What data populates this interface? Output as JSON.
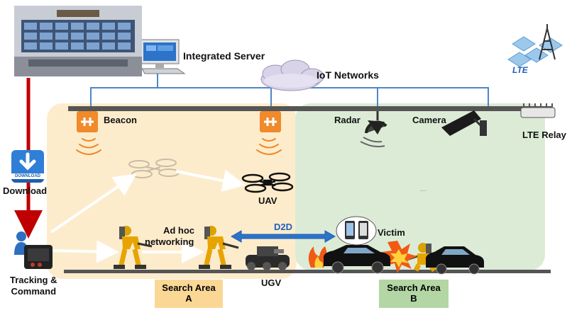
{
  "labels": {
    "integrated_server": "Integrated Server",
    "iot_networks": "IoT Networks",
    "lte": "LTE",
    "beacon": "Beacon",
    "radar": "Radar",
    "camera": "Camera",
    "lte_relay": "LTE Relay",
    "download": "Download",
    "download_badge": "DOWNLOAD",
    "uav": "UAV",
    "ad_hoc_line1": "Ad hoc",
    "ad_hoc_line2": "networking",
    "d2d": "D2D",
    "victim": "Victim",
    "ugv": "UGV",
    "tracking_line1": "Tracking &",
    "tracking_line2": "Command",
    "area_a_line1": "Search Area",
    "area_a_line2": "A",
    "area_b_line1": "Search Area",
    "area_b_line2": "B",
    "dots": "..."
  },
  "colors": {
    "zone_a": "#fdeccc",
    "zone_b": "#dcebd6",
    "area_a": "#fbd796",
    "area_b": "#b3d6a4",
    "network_line": "#4f86c6",
    "beacon": "#f08a2a",
    "download_arrow": "#c00000",
    "d2d": "#1f5fbf"
  }
}
